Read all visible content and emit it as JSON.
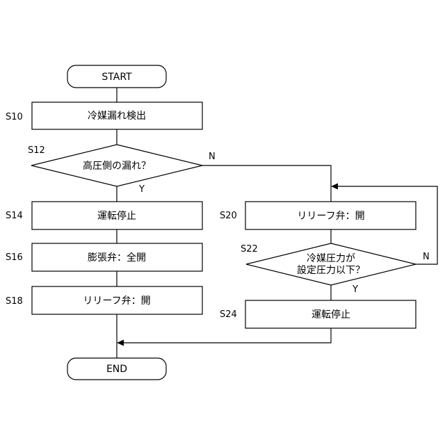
{
  "flowchart": {
    "start": "START",
    "end": "END",
    "s10": {
      "step": "S10",
      "text": "冷媒漏れ検出"
    },
    "s12": {
      "step": "S12",
      "text": "高圧側の漏れ？",
      "yes": "Y",
      "no": "N"
    },
    "s14": {
      "step": "S14",
      "text": "運転停止"
    },
    "s16": {
      "step": "S16",
      "text": "膨張弁：全開"
    },
    "s18": {
      "step": "S18",
      "text": "リリーフ弁：開"
    },
    "s20": {
      "step": "S20",
      "text": "リリーフ弁：開"
    },
    "s22": {
      "step": "S22",
      "line1": "冷媒圧力が",
      "line2": "設定圧力以下？",
      "yes": "Y",
      "no": "N"
    },
    "s24": {
      "step": "S24",
      "text": "運転停止"
    }
  }
}
